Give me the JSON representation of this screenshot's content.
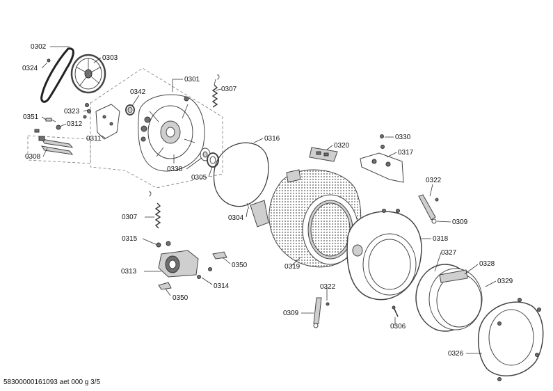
{
  "footer": "58300000161093 aet 000 g 3/5",
  "callouts": [
    {
      "id": "c0302",
      "text": "0302"
    },
    {
      "id": "c0303",
      "text": "0303"
    },
    {
      "id": "c0324",
      "text": "0324"
    },
    {
      "id": "c0301",
      "text": "0301"
    },
    {
      "id": "c0342",
      "text": "0342"
    },
    {
      "id": "c0307a",
      "text": "0307"
    },
    {
      "id": "c0323",
      "text": "0323"
    },
    {
      "id": "c0351",
      "text": "0351"
    },
    {
      "id": "c0312",
      "text": "0312"
    },
    {
      "id": "c0311",
      "text": "0311"
    },
    {
      "id": "c0308",
      "text": "0308"
    },
    {
      "id": "c0338",
      "text": "0338"
    },
    {
      "id": "c0305",
      "text": "0305"
    },
    {
      "id": "c0316",
      "text": "0316"
    },
    {
      "id": "c0320",
      "text": "0320"
    },
    {
      "id": "c0330",
      "text": "0330"
    },
    {
      "id": "c0317",
      "text": "0317"
    },
    {
      "id": "c0322a",
      "text": "0322"
    },
    {
      "id": "c0307b",
      "text": "0307"
    },
    {
      "id": "c0304",
      "text": "0304"
    },
    {
      "id": "c0309a",
      "text": "0309"
    },
    {
      "id": "c0315",
      "text": "0315"
    },
    {
      "id": "c0318",
      "text": "0318"
    },
    {
      "id": "c0350a",
      "text": "0350"
    },
    {
      "id": "c0313",
      "text": "0313"
    },
    {
      "id": "c0319",
      "text": "0319"
    },
    {
      "id": "c0327",
      "text": "0327"
    },
    {
      "id": "c0328",
      "text": "0328"
    },
    {
      "id": "c0314",
      "text": "0314"
    },
    {
      "id": "c0329",
      "text": "0329"
    },
    {
      "id": "c0350b",
      "text": "0350"
    },
    {
      "id": "c0322b",
      "text": "0322"
    },
    {
      "id": "c0309b",
      "text": "0309"
    },
    {
      "id": "c0306",
      "text": "0306"
    },
    {
      "id": "c0326",
      "text": "0326"
    }
  ]
}
